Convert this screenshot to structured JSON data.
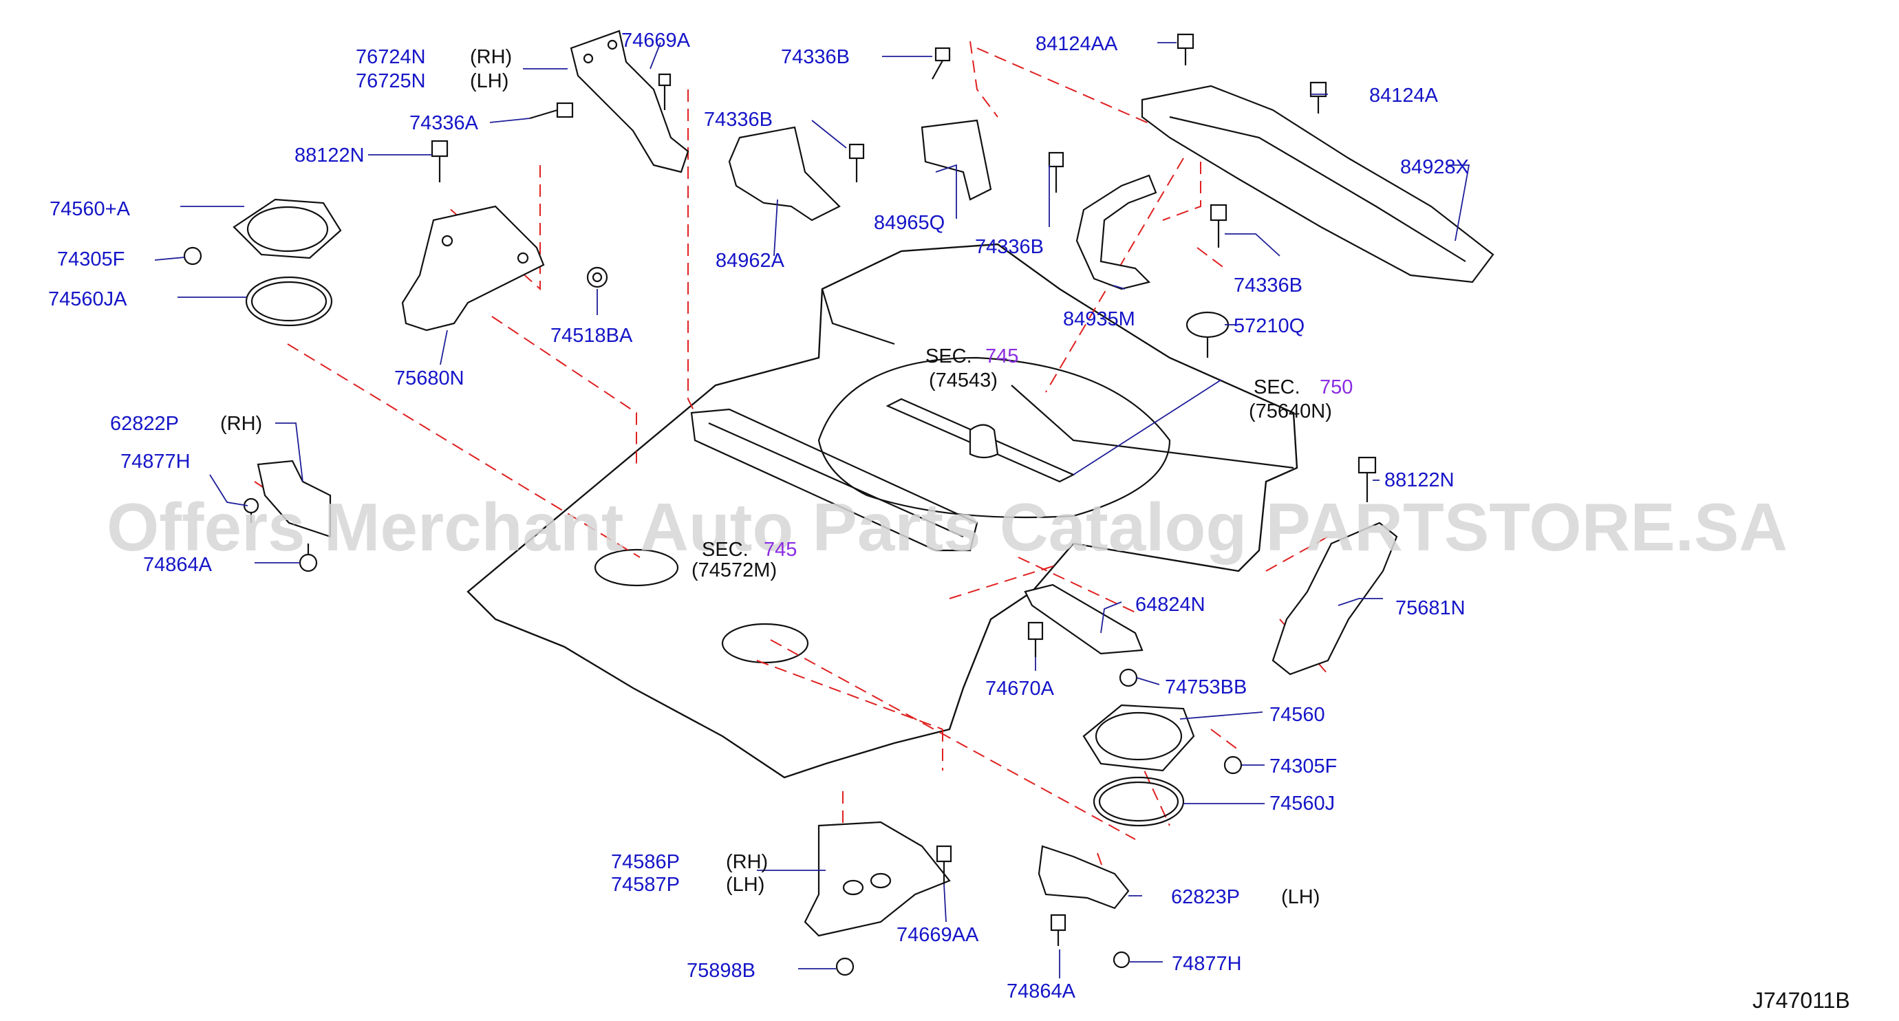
{
  "diagram_code": "J747011B",
  "watermark": "Offers Merchant Auto Parts Catalog PARTSTORE.SA",
  "sections": [
    {
      "prefix": "SEC.",
      "number": "745",
      "ref": "(74543)"
    },
    {
      "prefix": "SEC.",
      "number": "750",
      "ref": "(75640N)"
    },
    {
      "prefix": "SEC.",
      "number": "745",
      "ref": "(74572M)"
    }
  ],
  "parts": {
    "p76724N": "76724N",
    "p76724N_side": "(RH)",
    "p76725N": "76725N",
    "p76725N_side": "(LH)",
    "p74669A": "74669A",
    "p74336B_top": "74336B",
    "p84124AA": "84124AA",
    "p84124A": "84124A",
    "p74336A": "74336A",
    "p74336B_mid": "74336B",
    "p88122N_left": "88122N",
    "p84928X": "84928X",
    "p74560A": "74560+A",
    "p84965Q": "84965Q",
    "p74336B_right": "74336B",
    "p74305F_left": "74305F",
    "p84962A": "84962A",
    "p74560JA": "74560JA",
    "p74518BA": "74518BA",
    "p74336B_far": "74336B",
    "p84935M": "84935M",
    "p57210Q": "57210Q",
    "p75680N": "75680N",
    "p62822P": "62822P",
    "p62822P_side": "(RH)",
    "p74877H_left": "74877H",
    "p88122N_right": "88122N",
    "p74864A_left": "74864A",
    "p75681N": "75681N",
    "p64824N": "64824N",
    "p74670A": "74670A",
    "p74753BB": "74753BB",
    "p74560": "74560",
    "p74305F_right": "74305F",
    "p74560J": "74560J",
    "p74586P": "74586P",
    "p74586P_side": "(RH)",
    "p74587P": "74587P",
    "p74587P_side": "(LH)",
    "p62823P": "62823P",
    "p62823P_side": "(LH)",
    "p74669AA": "74669AA",
    "p75898B": "75898B",
    "p74877H_right": "74877H",
    "p74864A_right": "74864A"
  }
}
